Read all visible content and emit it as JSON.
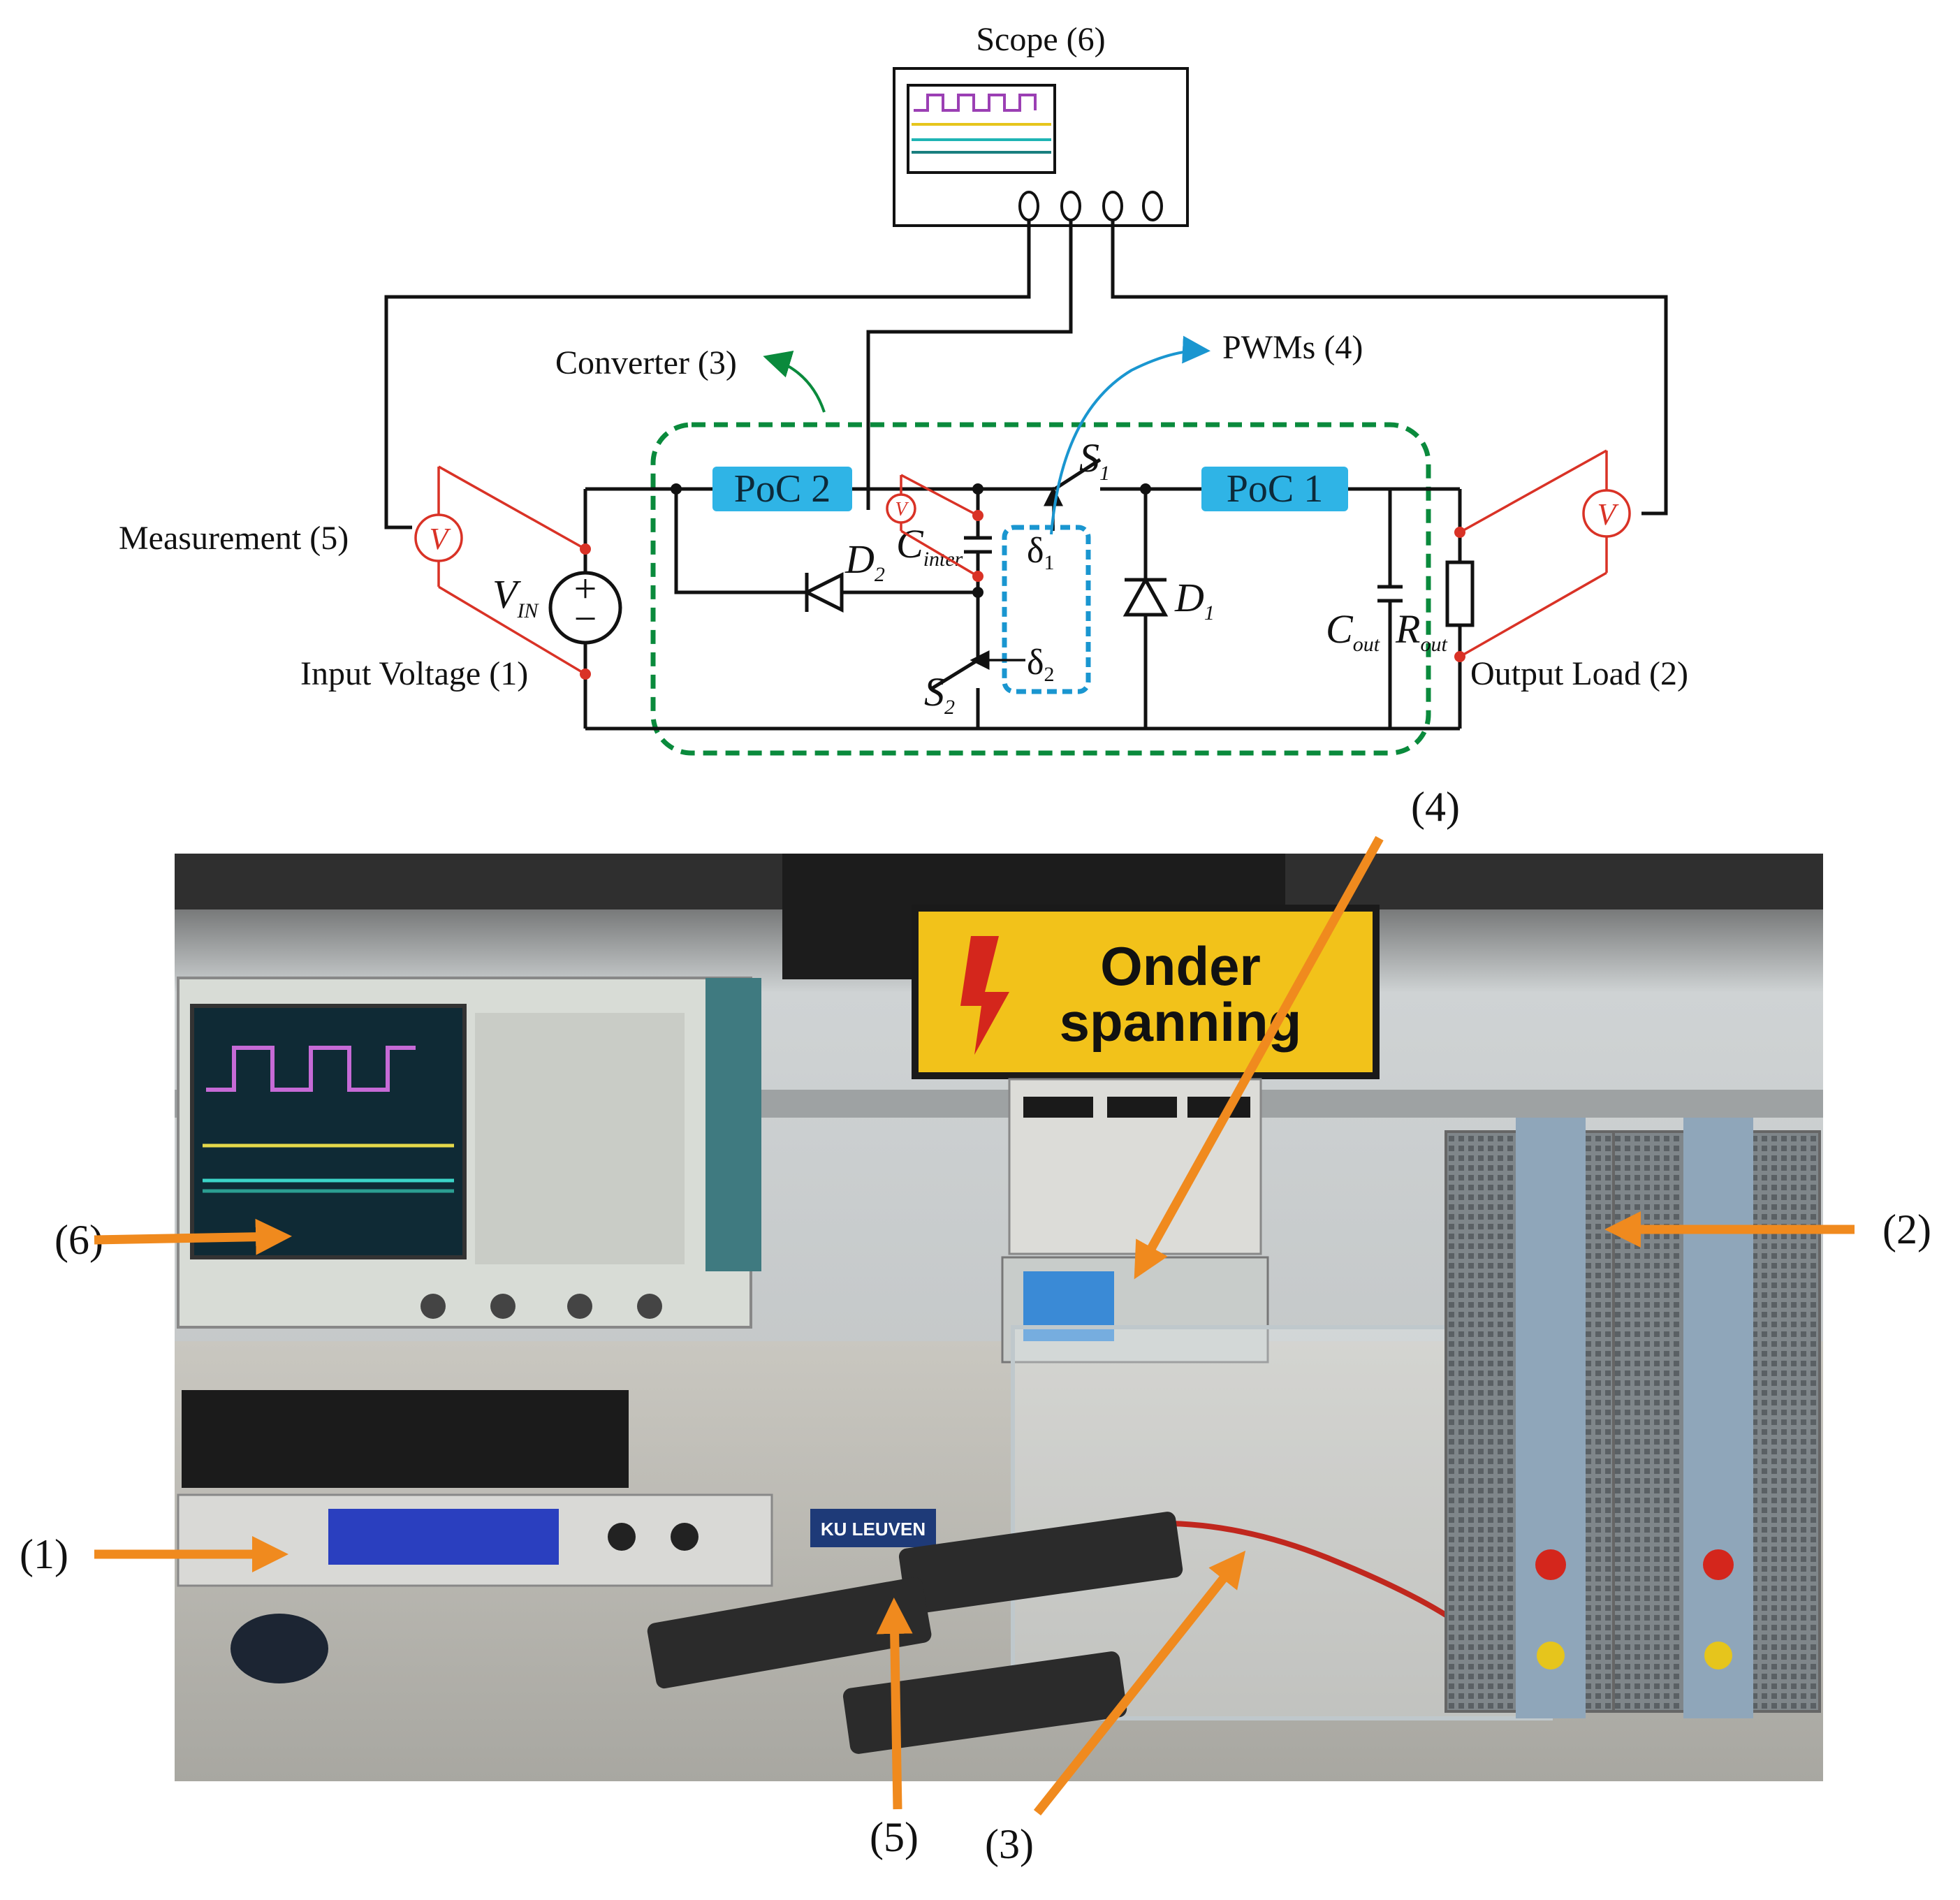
{
  "labels": {
    "scope": "Scope (6)",
    "converter": "Converter (3)",
    "pwms": "PWMs (4)",
    "measurement": "Measurement (5)",
    "input_voltage": "Input Voltage (1)",
    "output_load": "Output Load (2)"
  },
  "components": {
    "poc2": "PoC 2",
    "poc1": "PoC 1",
    "voltmeter": "V",
    "s1": "S",
    "s1_sub": "1",
    "s2": "S",
    "s2_sub": "2",
    "d1": "D",
    "d1_sub": "1",
    "d2": "D",
    "d2_sub": "2",
    "delta1": "δ",
    "delta1_sub": "1",
    "delta2": "δ",
    "delta2_sub": "2",
    "vin": "V",
    "vin_sub": "IN",
    "cinter": "C",
    "cinter_sub": "inter",
    "cout": "C",
    "cout_sub": "out",
    "rout": "R",
    "rout_sub": "out",
    "plus": "+",
    "minus": "−"
  },
  "photo": {
    "sign_line1": "Onder",
    "sign_line2": "spanning",
    "logo_text": "KU LEUVEN"
  },
  "callouts": {
    "c1": "(1)",
    "c2": "(2)",
    "c3": "(3)",
    "c4": "(4)",
    "c5": "(5)",
    "c6": "(6)"
  },
  "colors": {
    "poc_fill": "#2fb4e6",
    "converter_border": "#0a8a3c",
    "pwm_border": "#1a96d0",
    "measurement_red": "#d93226",
    "arrow_orange": "#f08a1e",
    "trace_purple": "#9b3fb4",
    "trace_yellow": "#e6c51c",
    "trace_cyan": "#1fb4b4",
    "trace_teal": "#1a7f7f"
  }
}
